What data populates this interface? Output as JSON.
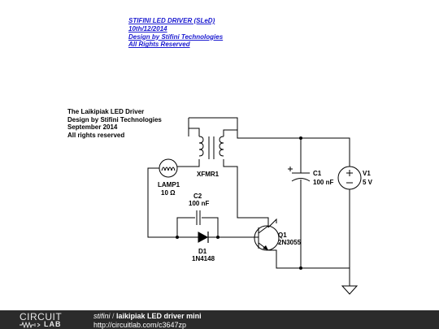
{
  "header_note": {
    "lines": [
      "STIFINI LED DRIVER (SLeD)",
      "10th/12/2014",
      "Design by Stifini Technologies",
      "All Rights Reserved"
    ],
    "color": "#1a1ad0"
  },
  "design_note": {
    "lines": [
      "The Laikipiak LED Driver",
      "Design by Stifini Technologies",
      "September 2014",
      "All rights reserved"
    ]
  },
  "components": {
    "lamp1": {
      "name": "LAMP1",
      "value": "10 Ω"
    },
    "xfmr1": {
      "name": "XFMR1"
    },
    "c2": {
      "name": "C2",
      "value": "100 nF"
    },
    "d1": {
      "name": "D1",
      "value": "1N4148"
    },
    "q1": {
      "name": "Q1",
      "value": "2N3055"
    },
    "c1": {
      "name": "C1",
      "value": "100 nF"
    },
    "v1": {
      "name": "V1",
      "value": "5 V"
    }
  },
  "footer": {
    "logo_top": "CIRCUIT",
    "logo_bottom": "LAB",
    "user": "stifini",
    "separator": " / ",
    "title": "laikipiak LED driver mini",
    "url": "http://circuitlab.com/c3647zp",
    "background": "#2b2b2b"
  }
}
